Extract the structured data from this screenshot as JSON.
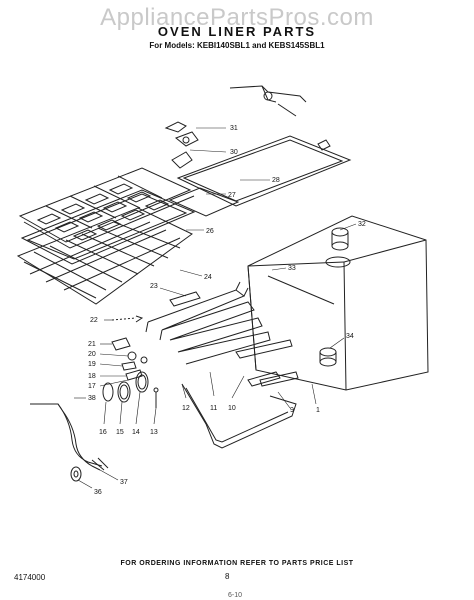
{
  "watermark": "AppliancePartsPros.com",
  "header": {
    "title": "OVEN LINER PARTS",
    "subtitle": "For Models: KEBI140SBL1 and KEBS145SBL1"
  },
  "callouts": [
    {
      "label": "31",
      "part": "rear-support-wire"
    },
    {
      "label": "30",
      "part": "insulation-clip"
    },
    {
      "label": "28",
      "part": "door-gasket"
    },
    {
      "label": "27",
      "part": "gasket-frame"
    },
    {
      "label": "26",
      "part": "oven-rack"
    },
    {
      "label": "24",
      "part": "oven-rack-lower"
    },
    {
      "label": "23",
      "part": "light-socket-bracket"
    },
    {
      "label": "22",
      "part": "screw"
    },
    {
      "label": "32",
      "part": "light-assembly"
    },
    {
      "label": "33",
      "part": "oven-liner"
    },
    {
      "label": "34",
      "part": "sensor-mount"
    },
    {
      "label": "21",
      "part": "terminal-block"
    },
    {
      "label": "20",
      "part": "clip"
    },
    {
      "label": "19",
      "part": "nut"
    },
    {
      "label": "18",
      "part": "washer"
    },
    {
      "label": "17",
      "part": "spacer"
    },
    {
      "label": "38",
      "part": "sensor-probe"
    },
    {
      "label": "12",
      "part": "broil-element"
    },
    {
      "label": "11",
      "part": "bake-element"
    },
    {
      "label": "10",
      "part": "element-bracket"
    },
    {
      "label": "9",
      "part": "element-support"
    },
    {
      "label": "1",
      "part": "liner-frame"
    },
    {
      "label": "16",
      "part": "ring-gasket"
    },
    {
      "label": "15",
      "part": "oval-gasket"
    },
    {
      "label": "14",
      "part": "oval-gasket-small"
    },
    {
      "label": "13",
      "part": "pin"
    },
    {
      "label": "37",
      "part": "sensor-cable"
    },
    {
      "label": "36",
      "part": "grommet"
    }
  ],
  "footer": {
    "note": "FOR ORDERING INFORMATION REFER TO PARTS PRICE LIST",
    "doc_number": "4174000",
    "page": "8",
    "page_sub": "6-10"
  }
}
